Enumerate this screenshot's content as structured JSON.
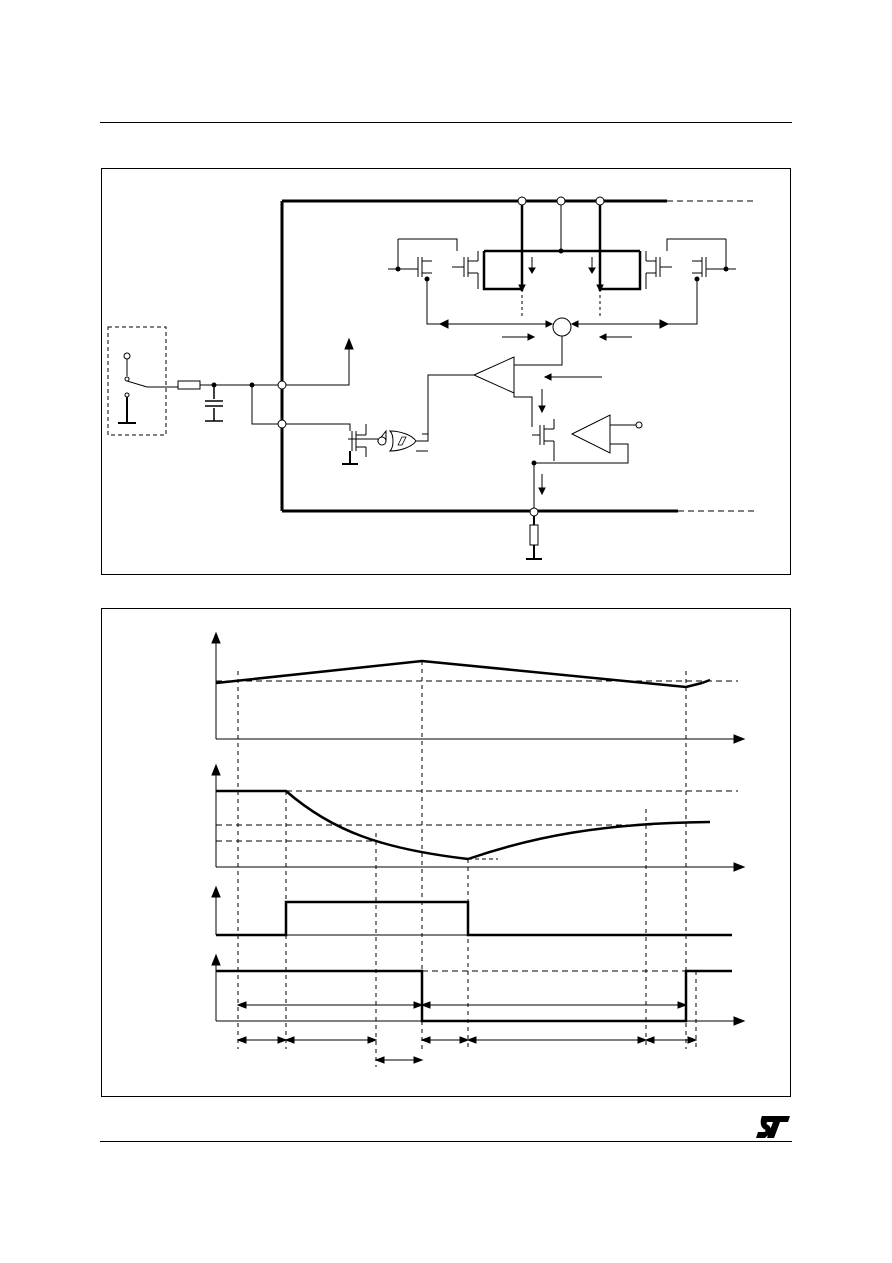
{
  "page": {
    "header_rule": true,
    "footer_rule": true
  },
  "figures": [
    {
      "kind": "circuit-schematic"
    },
    {
      "kind": "timing-diagram",
      "traces": 4
    }
  ],
  "logo": {
    "name": "st-logo",
    "text": "ST"
  },
  "colors": {
    "ink": "#000000",
    "paper": "#ffffff"
  }
}
